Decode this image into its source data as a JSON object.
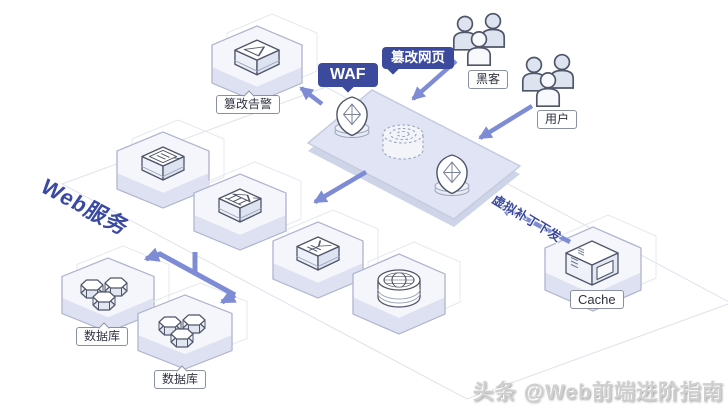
{
  "diagram": {
    "tags": {
      "waf": "WAF",
      "tamper_webpage": "篡改网页"
    },
    "nodes": {
      "tamper_alarm": "篡改告警",
      "hacker": "黑客",
      "user": "用户",
      "database_1": "数据库",
      "database_2": "数据库",
      "cache": "Cache"
    },
    "zone_label": "Web服务",
    "flow_label": "虚拟补丁下发",
    "watermark": "头条 @Web前端进阶指南",
    "icons": [
      "alert-box-icon",
      "webpage-box-icon",
      "bank-box-icon",
      "yen-box-icon",
      "globe-cylinder-icon",
      "shield-icon",
      "dashed-cylinder-icon",
      "database-cluster-icon",
      "cache-server-icon",
      "hacker-people-icon",
      "user-people-icon"
    ],
    "colors": {
      "tag_blue": "#3c4a9e",
      "arrow_blue": "#7e8cd6",
      "zone_text_blue": "#3a49a3",
      "platform_fill": "#e0e4f4",
      "hex_fill": "#f5f6fb",
      "hex_shadow": "#dde1f1",
      "icon_stroke": "#4f5669",
      "watermark_gray": "#cfcfcf"
    }
  }
}
